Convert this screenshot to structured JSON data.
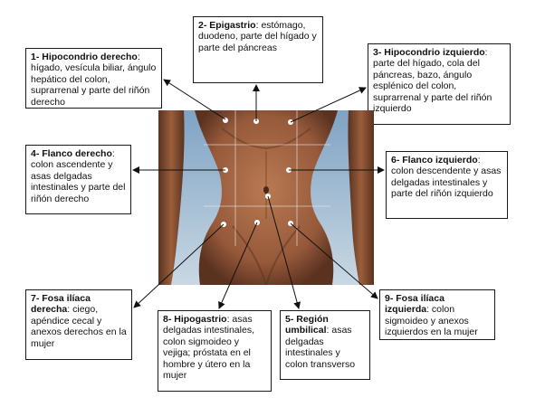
{
  "regions": {
    "r1": {
      "title": "1- Hipocondrio derecho",
      "desc": ": hígado, vesícula biliar, ángulo hepático del colon, suprarrenal y parte del riñón derecho"
    },
    "r2": {
      "title": "2- Epigastrio",
      "desc": ": estómago, duodeno, parte del hígado y parte del páncreas"
    },
    "r3": {
      "title": "3- Hipocondrio izquierdo",
      "desc": ": parte del hígado, cola del páncreas, bazo, ángulo esplénico del colon, suprarrenal y parte del riñón izquierdo"
    },
    "r4": {
      "title": "4- Flanco derecho",
      "desc": ": colon ascendente y asas delgadas intestinales y parte del riñón derecho"
    },
    "r5": {
      "title": "5- Región umbilical",
      "desc": ": asas delgadas intestinales y colon transverso"
    },
    "r6": {
      "title": "6- Flanco izquierdo",
      "desc": ": colon descendente y asas delgadas intestinales y parte del riñón izquierdo"
    },
    "r7": {
      "title": "7- Fosa ilíaca derecha",
      "desc": ": ciego, apéndice cecal y anexos derechos en la mujer"
    },
    "r8": {
      "title": "8- Hipogastrio",
      "desc": ": asas delgadas intestinales, colon sigmoideo y vejiga; próstata en el hombre y útero en la mujer"
    },
    "r9": {
      "title": "9- Fosa ilíaca izquierda",
      "desc": ": colon sigmoideo y anexos izquierdos en la mujer"
    }
  },
  "colors": {
    "sky_top": "#7fa3c4",
    "sky_bottom": "#c9d8e3",
    "skin": "#a86a45",
    "skin_shadow": "#5a3220",
    "grid": "#e8e8e8",
    "dot": "#ffffff",
    "line": "#111111"
  }
}
